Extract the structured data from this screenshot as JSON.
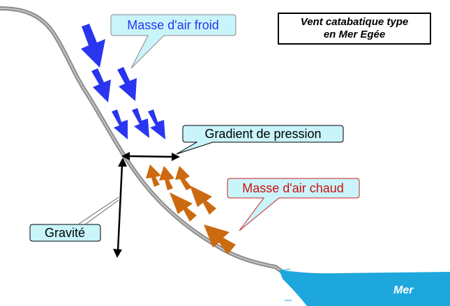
{
  "title": {
    "line1": "Vent catabatique type",
    "line2": "en Mer Egée"
  },
  "labels": {
    "cold_air": "Masse d'air froid",
    "warm_air": "Masse d'air chaud",
    "pressure_gradient": "Gradient de pression",
    "gravity": "Gravité",
    "sea": "Mer"
  },
  "colors": {
    "cold_arrow": "#2a35f0",
    "warm_arrow": "#cc6a10",
    "callout_fill": "#c8f4fa",
    "cold_text": "#2a35f0",
    "warm_text": "#d01010",
    "slope": "#9a9a9a",
    "sea": "#1ea7dc"
  }
}
